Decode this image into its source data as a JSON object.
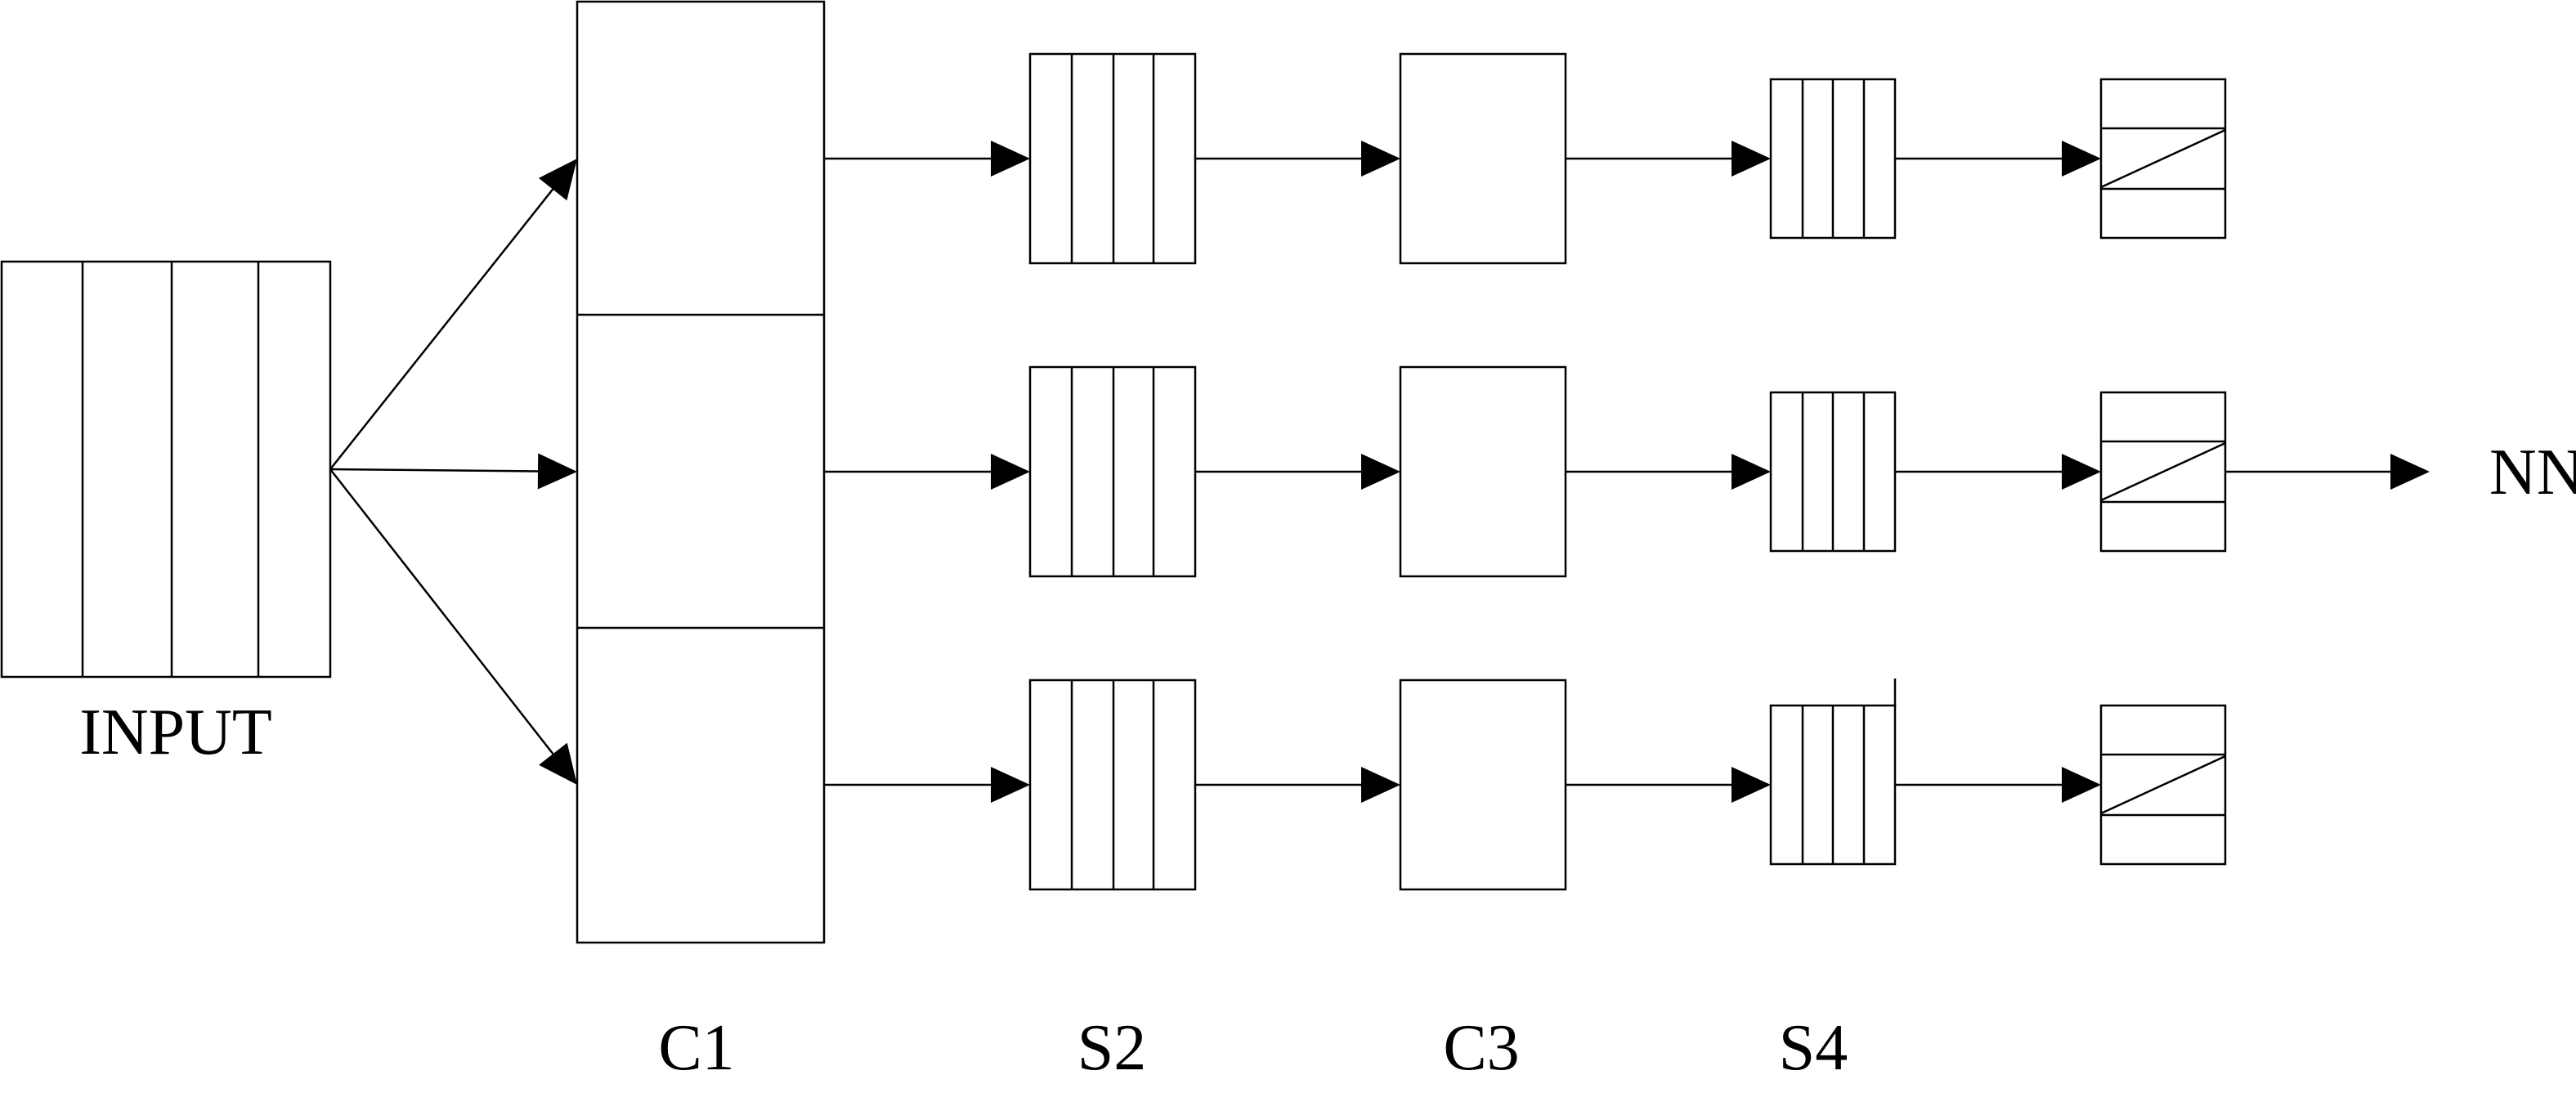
{
  "labels": {
    "input": "INPUT",
    "c1": "C1",
    "s2": "S2",
    "c3": "C3",
    "s4": "S4",
    "output": "NN"
  },
  "rows": 3,
  "colors": {
    "stroke": "#000000",
    "background": "#ffffff"
  }
}
